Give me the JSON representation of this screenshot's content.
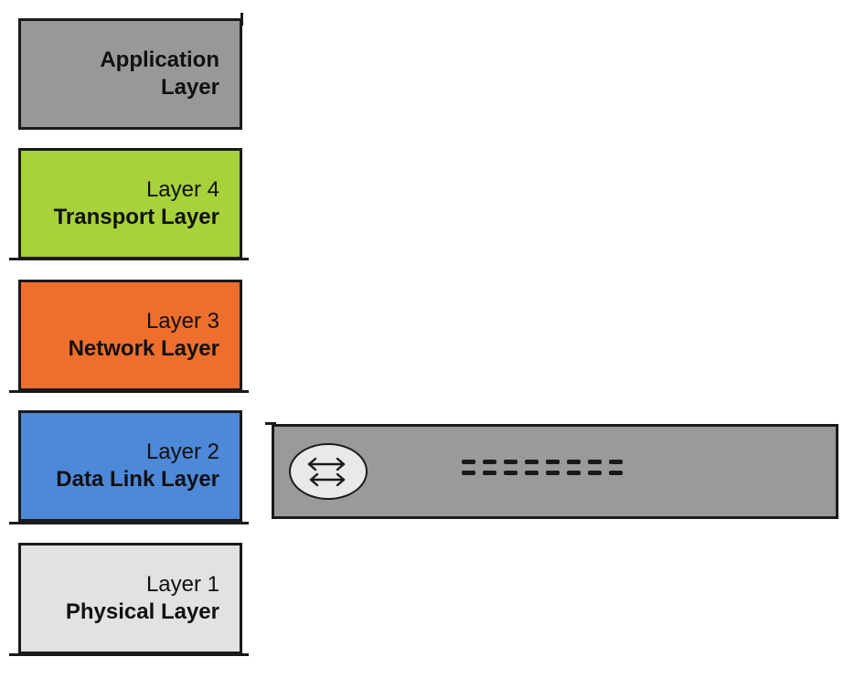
{
  "layers": [
    {
      "line1": "Application",
      "line2": "Layer",
      "color": "#98989a",
      "line1_bold": true
    },
    {
      "line1": "Layer 4",
      "line2": "Transport Layer",
      "color": "#a8d23c"
    },
    {
      "line1": "Layer 3",
      "line2": "Network Layer",
      "color": "#ee6f2d"
    },
    {
      "line1": "Layer 2",
      "line2": "Data Link Layer",
      "color": "#4e88d8"
    },
    {
      "line1": "Layer 1",
      "line2": "Physical Layer",
      "color": "#e2e2e2"
    }
  ],
  "device": {
    "name": "switch",
    "icon": "bidirectional-arrows-icon",
    "color": "#9a9a9b",
    "port_rows": 2,
    "ports_per_row": 8
  }
}
